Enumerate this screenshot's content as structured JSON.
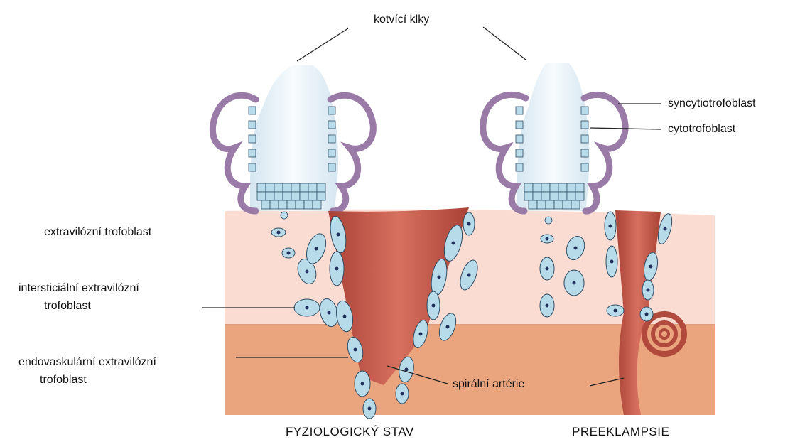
{
  "labels": {
    "kotvici_klky": "kotvící klky",
    "syncytiotrofoblast": "syncytiotrofoblast",
    "cytotrofoblast": "cytotrofoblast",
    "extravilozni": "extravilózní trofoblast",
    "intersticialni_1": "intersticiální extravilózní",
    "intersticialni_2": "trofoblast",
    "endovaskularni_1": "endovaskulární extravilózní",
    "endovaskularni_2": "trofoblast",
    "spiralni_arterie": "spirální artérie"
  },
  "captions": {
    "left": "FYZIOLOGICKÝ STAV",
    "right": "PREEKLAMPSIE"
  },
  "colors": {
    "decidua_upper": "#fadcd2",
    "decidua_lower": "#eaa57e",
    "artery": "#c9574a",
    "artery_dark": "#a53e33",
    "cell_fill": "#b8dbea",
    "cell_stroke": "#2e4b63",
    "nucleus": "#1d2f5a",
    "syncytio": "#9a7aa6",
    "villus_core": "#e4eff6"
  }
}
